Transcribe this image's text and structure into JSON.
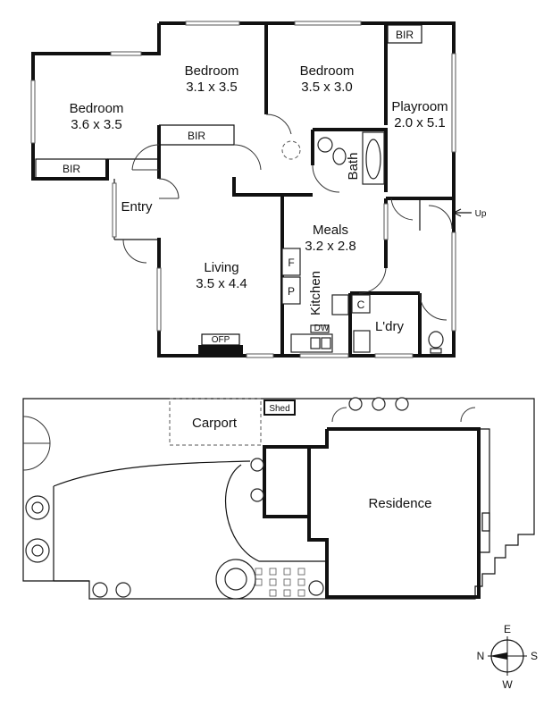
{
  "floorplan": {
    "rooms": {
      "bedroom1": {
        "name": "Bedroom",
        "dim": "3.6 x 3.5"
      },
      "bedroom2": {
        "name": "Bedroom",
        "dim": "3.1 x 3.5"
      },
      "bedroom3": {
        "name": "Bedroom",
        "dim": "3.5 x 3.0"
      },
      "playroom": {
        "name": "Playroom",
        "dim": "2.0 x 5.1"
      },
      "living": {
        "name": "Living",
        "dim": "3.5 x 4.4"
      },
      "meals": {
        "name": "Meals",
        "dim": "3.2 x 2.8"
      },
      "entry": {
        "name": "Entry"
      },
      "kitchen": {
        "name": "Kitchen"
      },
      "bath": {
        "name": "Bath"
      },
      "laundry": {
        "name": "L'dry"
      }
    },
    "labels": {
      "bir": "BIR",
      "ofp": "OFP",
      "dw": "DW",
      "fridge": "F",
      "pantry": "P",
      "cupboard": "C",
      "up": "Up"
    }
  },
  "siteplan": {
    "carport": "Carport",
    "shed": "Shed",
    "residence": "Residence"
  },
  "compass": {
    "n": "N",
    "e": "E",
    "s": "S",
    "w": "W"
  }
}
